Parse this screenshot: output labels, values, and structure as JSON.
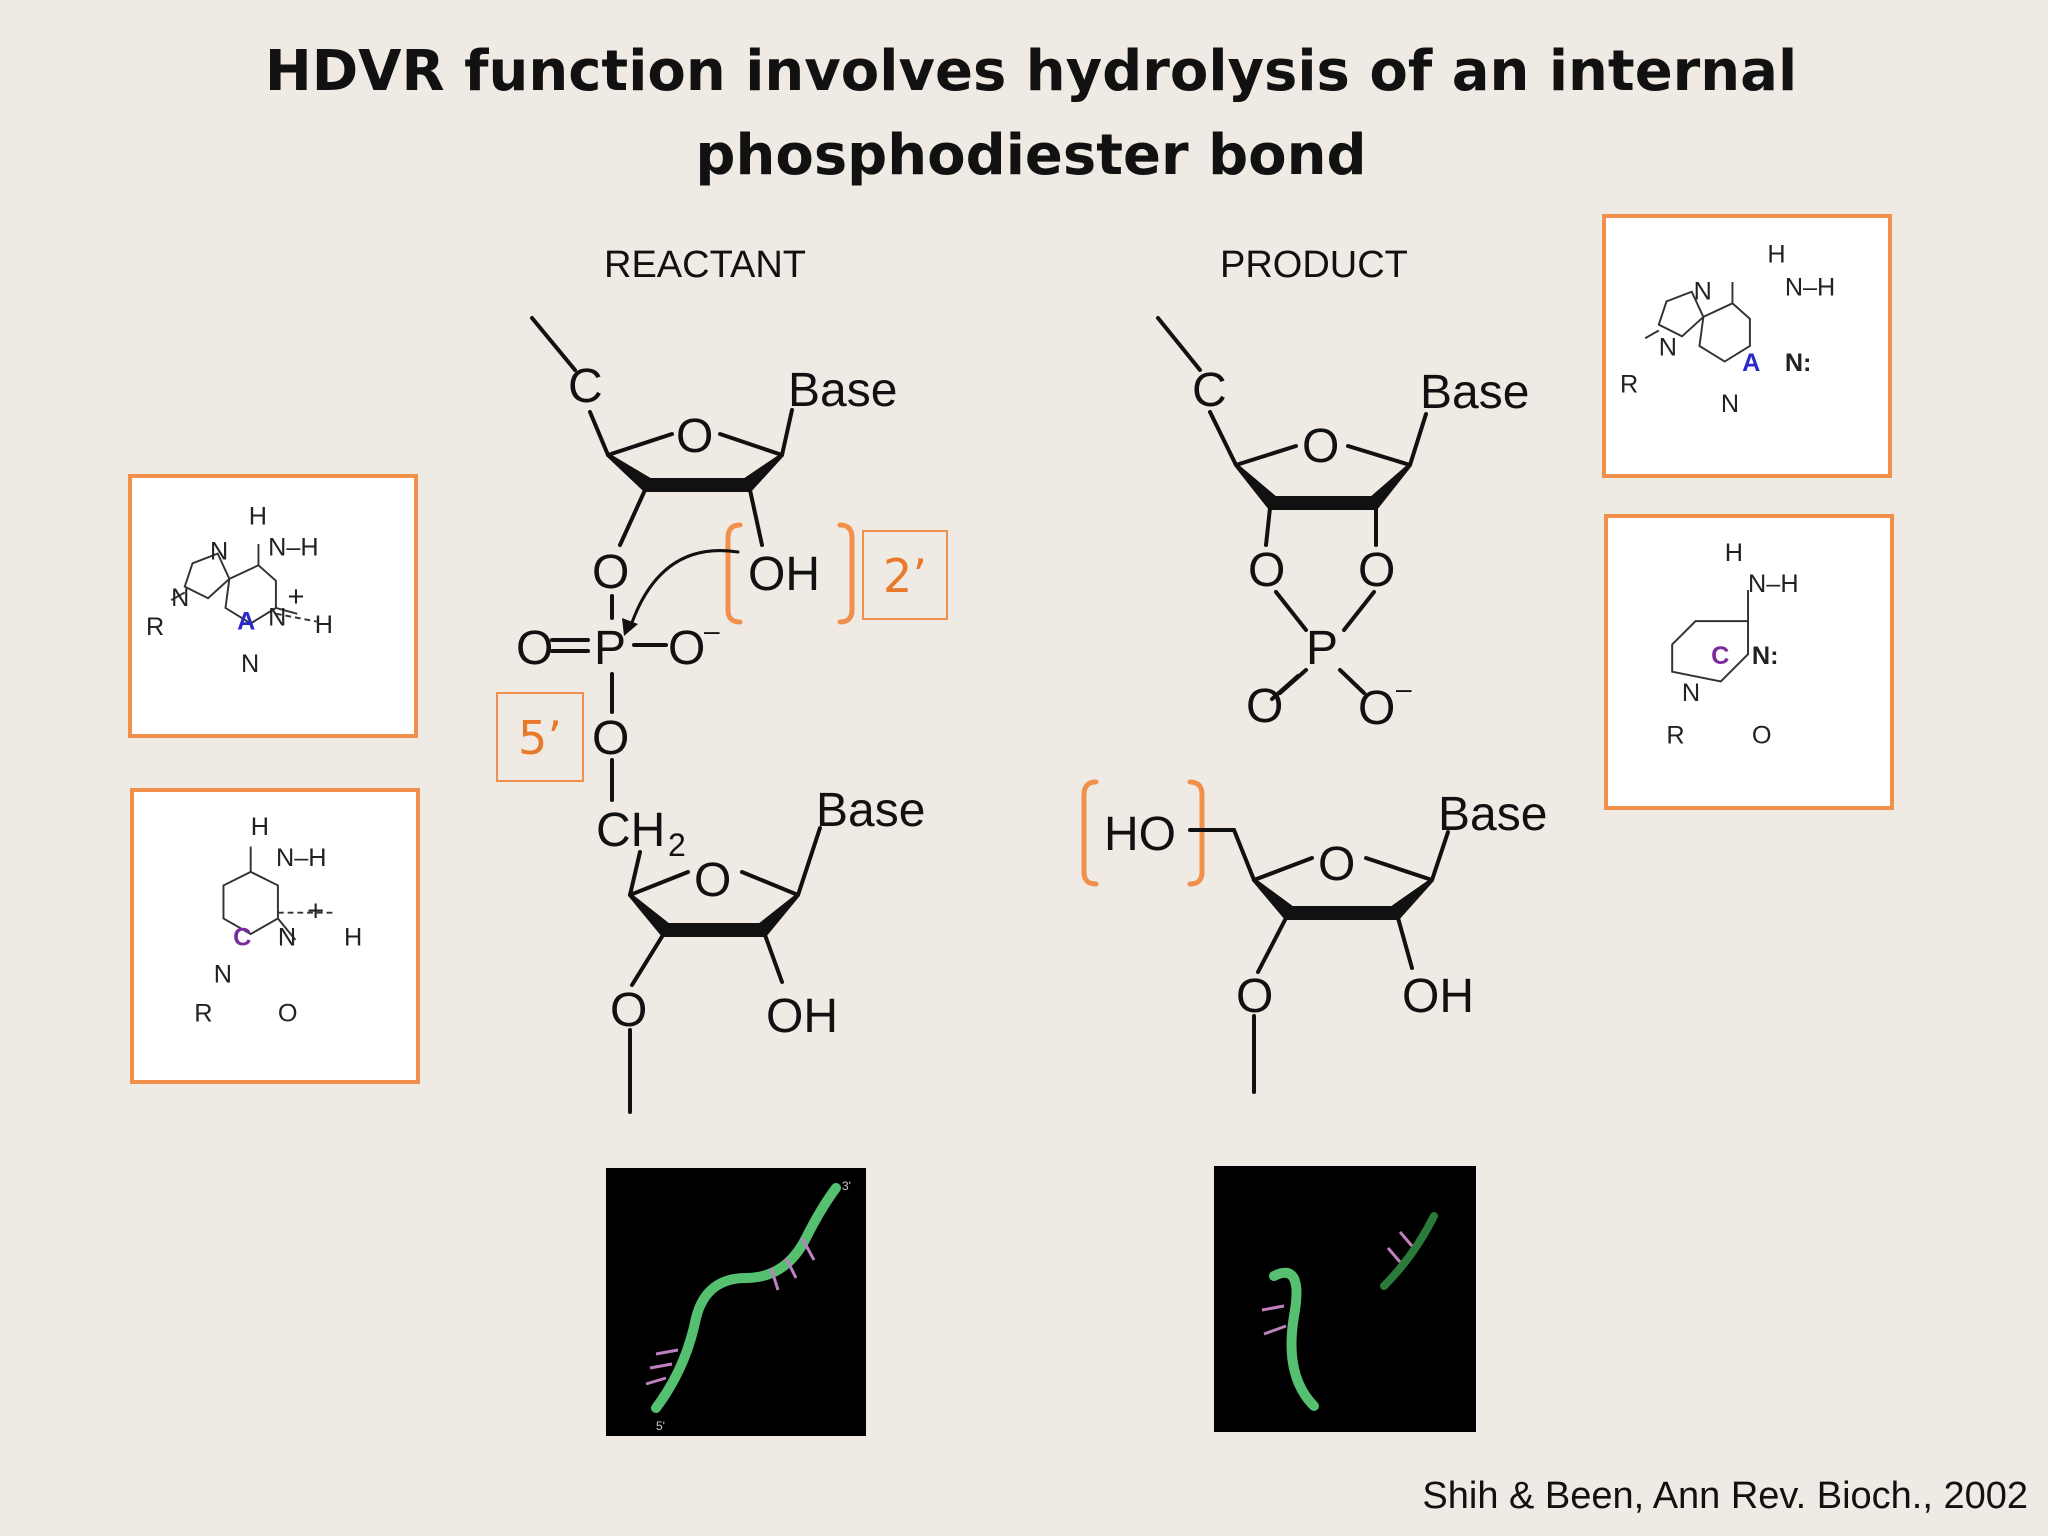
{
  "title_line1": "HDVR function involves hydrolysis of an internal",
  "title_line2": "phosphodiester bond",
  "reactant_label": "REACTANT",
  "product_label": "PRODUCT",
  "tag_2prime": "2’",
  "tag_5prime": "5’",
  "citation": "Shih & Been, Ann Rev. Bioch., 2002",
  "reactant": {
    "c": "C",
    "base1": "Base",
    "ring_o1": "O",
    "o3": "O",
    "oh2": "OH",
    "p": "P",
    "o_double": "O",
    "o_minus": "O",
    "minus": "–",
    "o5": "O",
    "ch": "CH",
    "sub2": "2",
    "base2": "Base",
    "ring_o2": "O",
    "o_bottom": "O",
    "oh_bottom": "OH"
  },
  "product": {
    "c": "C",
    "base1": "Base",
    "ring_o1": "O",
    "o_left": "O",
    "o_right": "O",
    "p": "P",
    "o_double": "O",
    "o_minus": "O",
    "minus": "–",
    "ho": "HO",
    "base2": "Base",
    "ring_o2": "O",
    "o_bottom": "O",
    "oh_bottom": "OH"
  },
  "adenine_protonated": {
    "h_top": "H",
    "nh": "N–H",
    "n7": "N",
    "n9": "N",
    "r": "R",
    "a": "A",
    "n1": "N",
    "plus": "+",
    "h_bond": "H",
    "n3": "N"
  },
  "cytosine_protonated": {
    "h_top": "H",
    "nh": "N–H",
    "c": "C",
    "n3": "N",
    "plus": "+",
    "h_bond": "H",
    "n1": "N",
    "r": "R",
    "o": "O"
  },
  "adenine_neutral": {
    "h_top": "H",
    "nh": "N–H",
    "n7": "N",
    "n9": "N",
    "r": "R",
    "a": "A",
    "n1": "N:",
    "n3": "N"
  },
  "cytosine_neutral": {
    "h_top": "H",
    "nh": "N–H",
    "c": "C",
    "n3": "N:",
    "n1": "N",
    "r": "R",
    "o": "O"
  },
  "movie_labels": {
    "reactant_3": "3'",
    "reactant_5": "5'"
  },
  "colors": {
    "accent": "#f0904a",
    "tag_text": "#e8792b",
    "base_a": "#2a2acc",
    "base_c": "#7a2a9a",
    "rna_strand": "#55c070",
    "bg": "#efeae3"
  }
}
